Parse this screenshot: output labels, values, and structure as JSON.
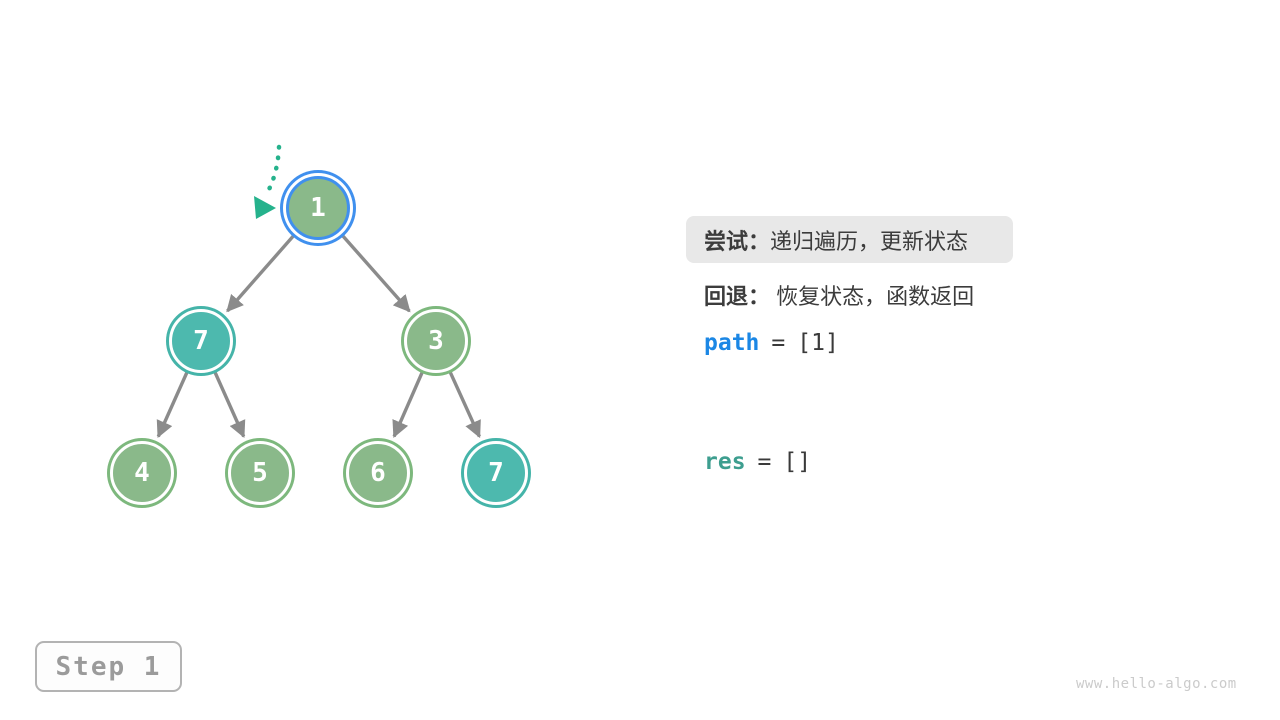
{
  "diagram": {
    "description": "binary tree backtracking visualization",
    "nodes": [
      {
        "id": "root",
        "value": "1",
        "state": "current"
      },
      {
        "id": "left",
        "value": "7",
        "state": "target"
      },
      {
        "id": "right",
        "value": "3",
        "state": "normal"
      },
      {
        "id": "leaf-4",
        "value": "4",
        "state": "normal"
      },
      {
        "id": "leaf-5",
        "value": "5",
        "state": "normal"
      },
      {
        "id": "leaf-6",
        "value": "6",
        "state": "normal"
      },
      {
        "id": "leaf-7",
        "value": "7",
        "state": "target"
      }
    ],
    "edges": [
      [
        "root",
        "left"
      ],
      [
        "root",
        "right"
      ],
      [
        "left",
        "leaf-4"
      ],
      [
        "left",
        "leaf-5"
      ],
      [
        "right",
        "leaf-6"
      ],
      [
        "right",
        "leaf-7"
      ]
    ]
  },
  "panel": {
    "try_label": "尝试：",
    "try_text": "递归遍历，更新状态",
    "back_label": "回退：",
    "back_text": "恢复状态，函数返回",
    "path_name": "path",
    "path_eq": "=",
    "path_value": "[1]",
    "res_name": "res",
    "res_eq": "=",
    "res_value": "[]"
  },
  "footer": {
    "step_label": "Step 1",
    "watermark": "www.hello-algo.com"
  },
  "colors": {
    "node_green": "#8ab98a",
    "node_teal": "#4db9ae",
    "current_ring_blue": "#4090ee",
    "pointer_arrow_teal": "#25b28c",
    "edge_gray": "#8b8b8b",
    "path_blue": "#1b87e5",
    "res_teal": "#3d9e8f",
    "highlight_box_gray": "#e8e8e8"
  }
}
